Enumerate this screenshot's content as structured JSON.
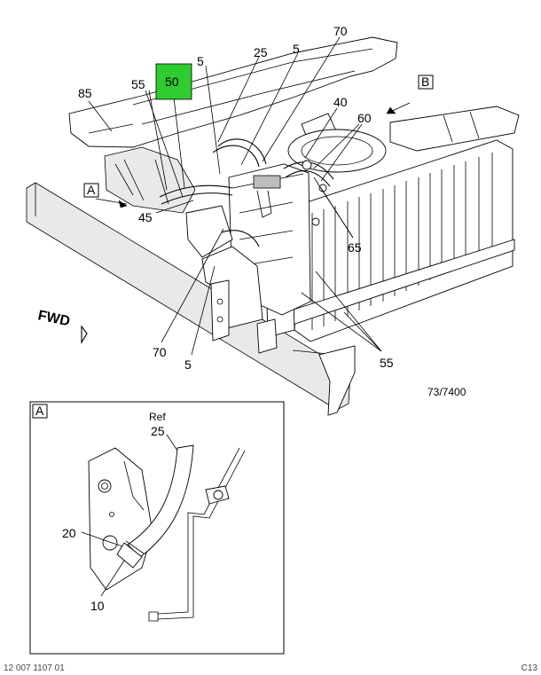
{
  "callouts": {
    "c5a": "5",
    "c25": "25",
    "c5b": "5",
    "c70a": "70",
    "c50": "50",
    "c55a": "55",
    "c85": "85",
    "c40": "40",
    "c60": "60",
    "c45": "45",
    "c65": "65",
    "c70b": "70",
    "c5c": "5",
    "c55b": "55"
  },
  "views": {
    "a_main": "A",
    "b_main": "B",
    "a_inset": "A"
  },
  "fwd": "FWD",
  "drawing_number": "73/7400",
  "inset": {
    "ref_text": "Ref",
    "c25": "25",
    "c20": "20",
    "c10": "10"
  },
  "footer": {
    "left": "12 007 1107 01",
    "right": "C13"
  },
  "colors": {
    "highlight": "#2ecc2e",
    "line": "#000000"
  }
}
